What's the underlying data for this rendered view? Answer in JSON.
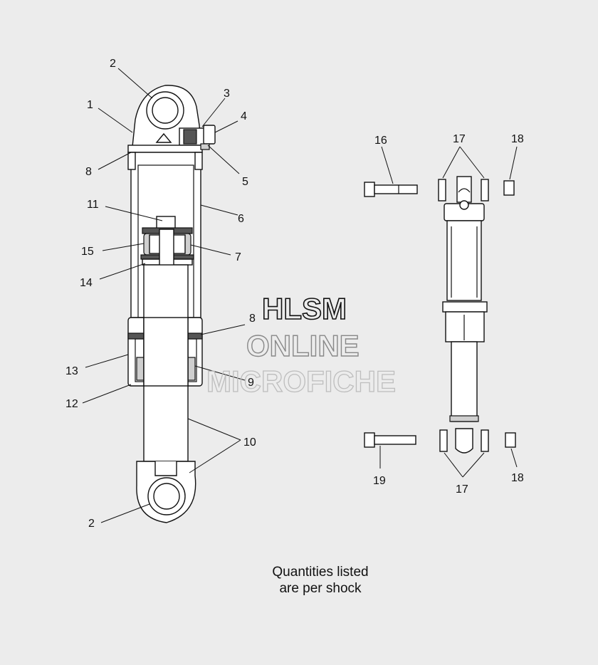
{
  "watermark": {
    "line1": "HLSM",
    "line2": "ONLINE",
    "line3": "MICROFICHE"
  },
  "note": {
    "line1": "Quantities listed",
    "line2": "are per shock"
  },
  "callouts": {
    "c1": "1",
    "c2_top": "2",
    "c2_bottom": "2",
    "c3": "3",
    "c4": "4",
    "c5": "5",
    "c6": "6",
    "c7": "7",
    "c8_top": "8",
    "c8_mid": "8",
    "c9": "9",
    "c10": "10",
    "c11": "11",
    "c12": "12",
    "c13": "13",
    "c14": "14",
    "c15": "15",
    "c16": "16",
    "c17_top": "17",
    "c17_bottom": "17",
    "c18_top": "18",
    "c18_bottom": "18",
    "c19": "19"
  }
}
